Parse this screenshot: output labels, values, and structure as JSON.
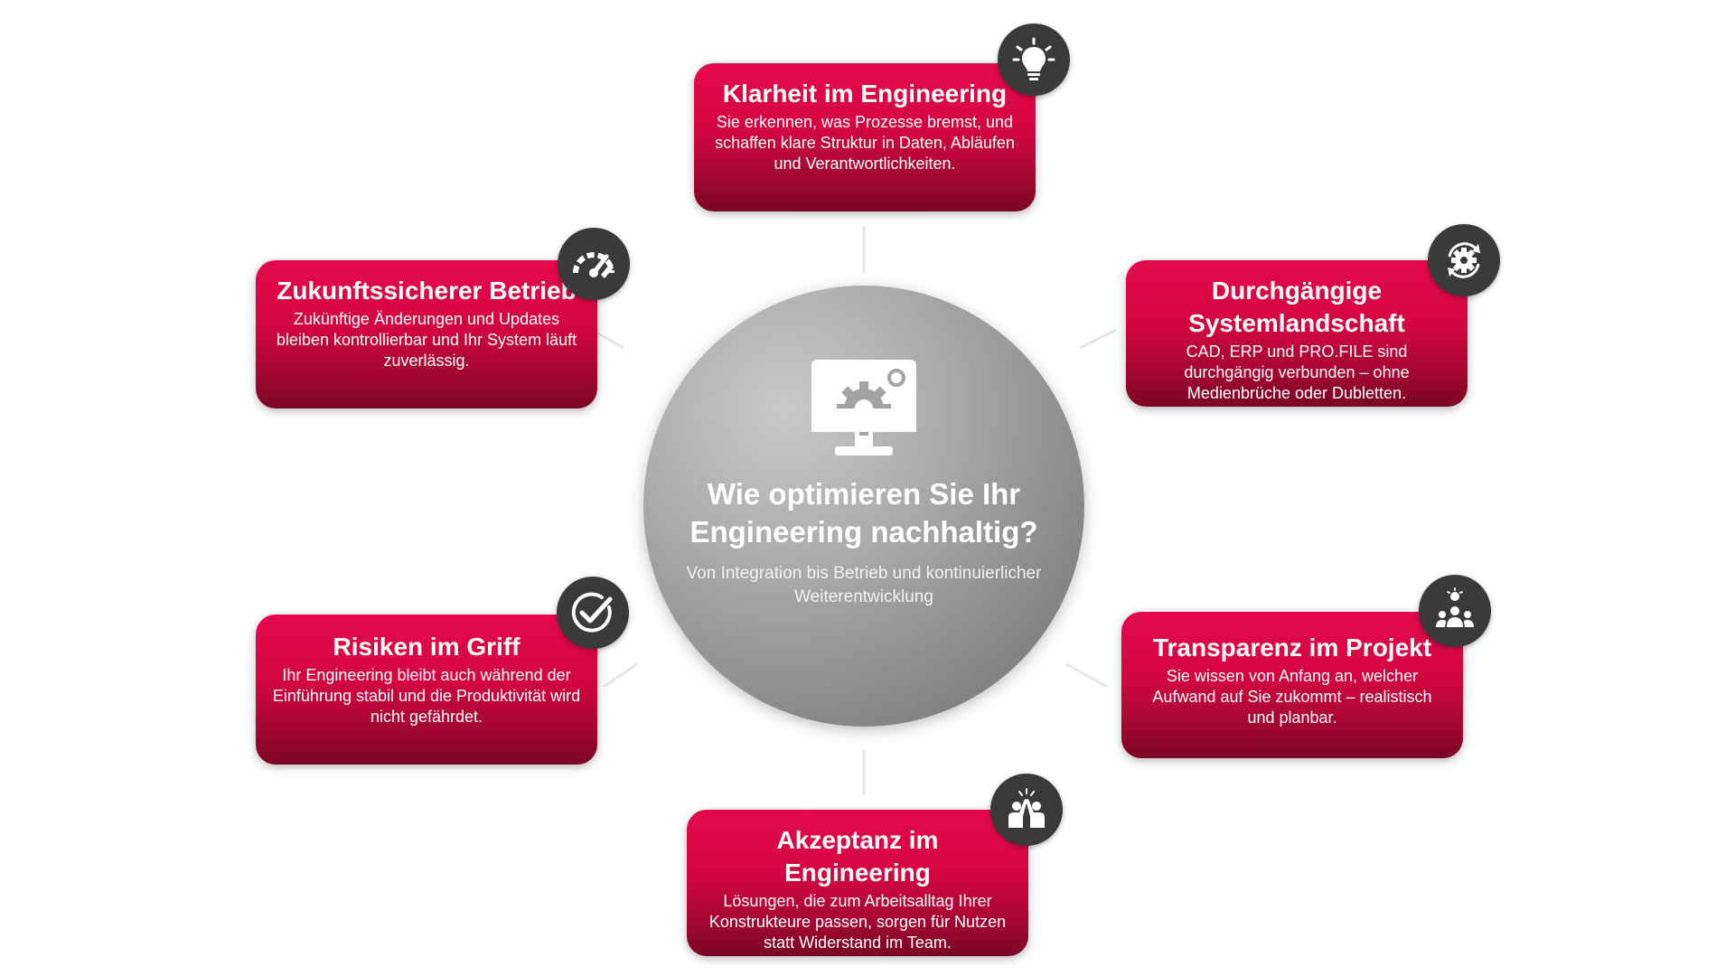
{
  "hub": {
    "title": "Wie optimieren Sie Ihr Engineering nachhaltig?",
    "subtitle": "Von Integration bis Betrieb und kontinuierlicher Weiterentwicklung",
    "icon": "monitor-gear-icon"
  },
  "cards": [
    {
      "title": "Klarheit im Engineering",
      "text": "Sie erkennen, was Prozesse bremst, und schaffen klare Struktur in Daten, Abläufen und Verantwortlichkeiten.",
      "icon": "lightbulb-icon"
    },
    {
      "title": "Durchgängige Systemlandschaft",
      "text": "CAD, ERP und PRO.FILE sind durchgängig verbunden – ohne Medienbrüche oder Dubletten.",
      "icon": "gear-cycle-icon"
    },
    {
      "title": "Transparenz im Projekt",
      "text": "Sie wissen von Anfang an, welcher Aufwand auf Sie zukommt – realistisch und planbar.",
      "icon": "team-idea-icon"
    },
    {
      "title": "Akzeptanz im Engineering",
      "text": "Lösungen, die zum Arbeitsalltag Ihrer Konstrukteure passen, sorgen für Nutzen statt Widerstand im Team.",
      "icon": "high-five-icon"
    },
    {
      "title": "Risiken im Griff",
      "text": "Ihr Engineering bleibt auch während der Einführung stabil und die Produktivität wird nicht gefährdet.",
      "icon": "check-circle-icon"
    },
    {
      "title": "Zukunftssicherer Betrieb",
      "text": "Zukünftige Änderungen und Updates bleiben kontrollierbar und Ihr System läuft zuverlässig.",
      "icon": "speedometer-icon"
    }
  ],
  "colors": {
    "card_top": "#e5084f",
    "card_bottom": "#7a0524",
    "badge": "#3a3a3a",
    "hub": "#a9a9a9"
  }
}
